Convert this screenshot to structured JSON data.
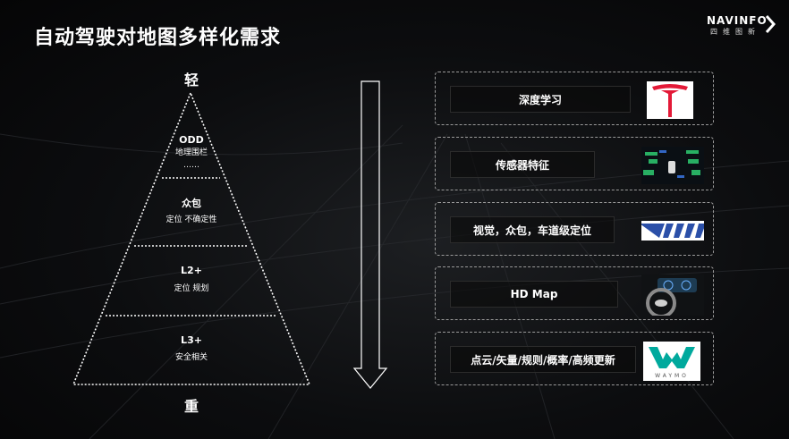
{
  "slide": {
    "title": "自动驾驶对地图多样化需求",
    "brand": {
      "name": "NAVINFO",
      "subtitle": "四维图新"
    }
  },
  "pyramid": {
    "top_label": "轻",
    "bottom_label": "重",
    "levels": [
      {
        "title": "ODD",
        "lines": [
          "地理围栏",
          "……"
        ]
      },
      {
        "title": "众包",
        "lines": [
          "定位 不确定性"
        ]
      },
      {
        "title": "L2+",
        "lines": [
          "定位  规划"
        ]
      },
      {
        "title": "L3+",
        "lines": [
          "安全相关"
        ]
      }
    ]
  },
  "cards": [
    {
      "label": "深度学习",
      "icon": "tesla-logo-icon"
    },
    {
      "label": "传感器特征",
      "icon": "sensor-visualization-icon"
    },
    {
      "label": "视觉，众包，车道级定位",
      "icon": "mobileye-logo-icon"
    },
    {
      "label": "HD Map",
      "icon": "steering-wheel-dashboard-icon"
    },
    {
      "label": "点云/矢量/规则/概率/高频更新",
      "icon": "waymo-logo-icon",
      "icon_text": "WAYMO"
    }
  ],
  "colors": {
    "background": "#0c0d0f",
    "tesla_red": "#e31937",
    "waymo_green": "#00a99d",
    "mobileye_blue": "#2b4fa8"
  }
}
